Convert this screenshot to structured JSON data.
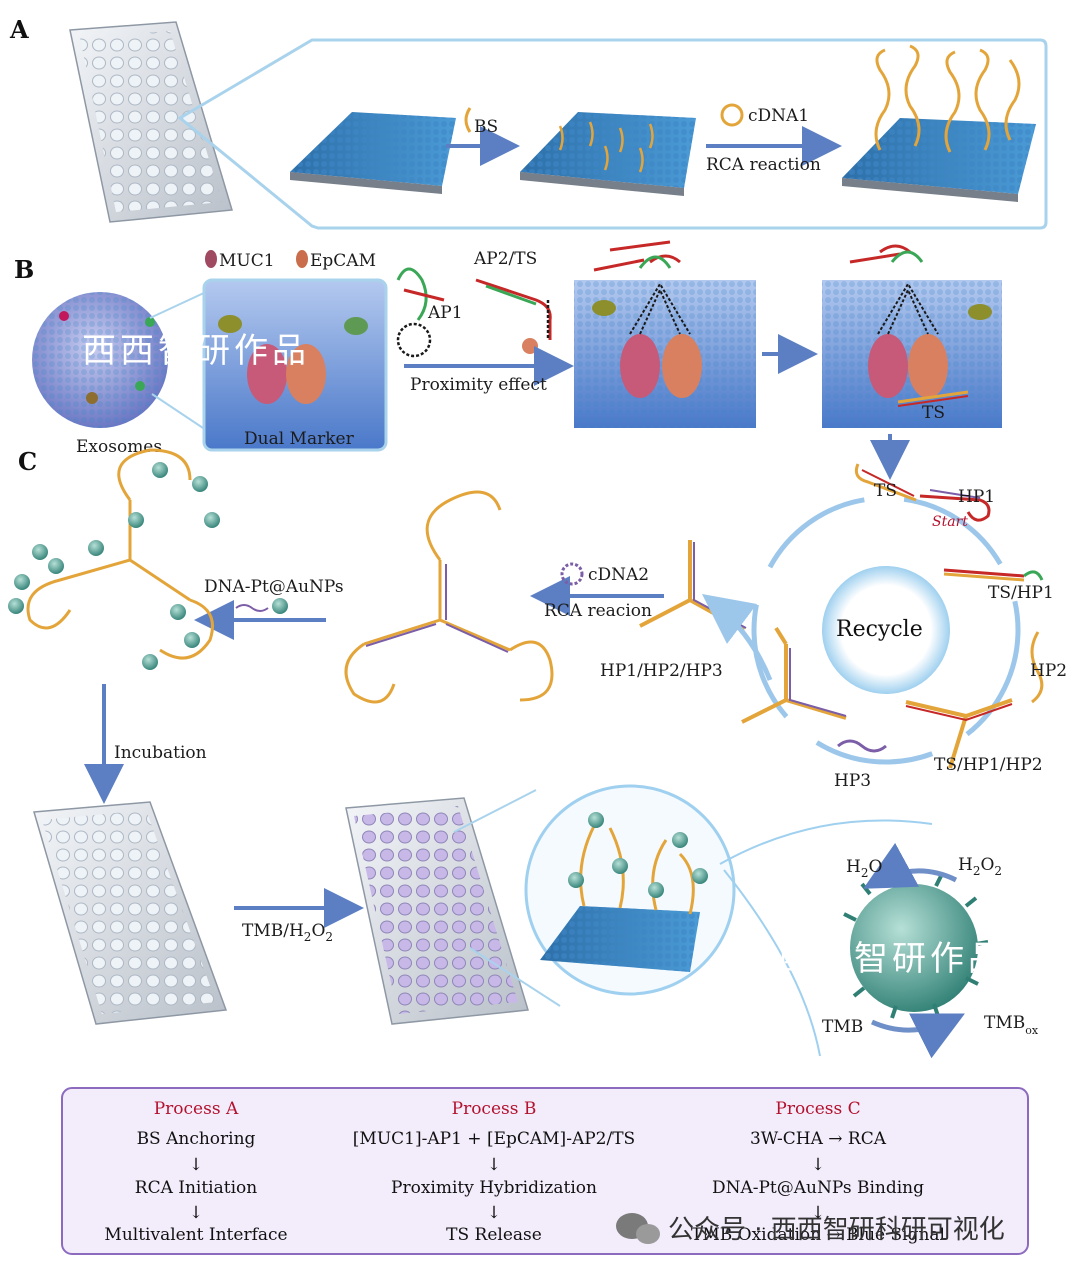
{
  "panels": {
    "a": "A",
    "b": "B",
    "c": "C"
  },
  "panel_a": {
    "bs": "BS",
    "cdna1": "cDNA1",
    "rca": "RCA reaction"
  },
  "panel_b": {
    "muc1": "MUC1",
    "epcam": "EpCAM",
    "ap2ts": "AP2/TS",
    "ap1": "AP1",
    "proximity": "Proximity effect",
    "exosomes": "Exosomes",
    "dual_marker": "Dual Marker",
    "ts": "TS"
  },
  "panel_c": {
    "ts": "TS",
    "hp1": "HP1",
    "start": "Start",
    "ts_hp1": "TS/HP1",
    "hp2": "HP2",
    "ts_hp1_hp2": "TS/HP1/HP2",
    "hp3": "HP3",
    "hp1_hp2_hp3": "HP1/HP2/HP3",
    "recycle": "Recycle",
    "cdna2": "cDNA2",
    "rca_reacion": "RCA reacion",
    "dna_pt": "DNA-Pt@AuNPs",
    "incubation": "Incubation",
    "tmb_h2o2_main": "TMB/H",
    "tmb_h2o2_sub": "2",
    "tmb_h2o2_o": "O",
    "tmb_h2o2_sub2": "2",
    "h2o_h": "H",
    "h2o_sub": "2",
    "h2o_o": "O",
    "h2o2_h": "H",
    "h2o2_sub": "2",
    "h2o2_o": "O",
    "h2o2_sub2": "2",
    "tmb": "TMB",
    "tmbox_main": "TMB",
    "tmbox_sub": "ox"
  },
  "watermark": "西西智研作品",
  "wechat": "公众号 · 西西智研科研可视化",
  "processes": [
    {
      "title": "Process A",
      "steps": [
        "BS Anchoring",
        "RCA Initiation",
        "Multivalent Interface"
      ]
    },
    {
      "title": "Process B",
      "steps": [
        "[MUC1]-AP1 + [EpCAM]-AP2/TS",
        "Proximity Hybridization",
        "TS Release"
      ]
    },
    {
      "title": "Process C",
      "steps": [
        "3W-CHA → RCA",
        "DNA-Pt@AuNPs Binding",
        "TMB Oxidation → Blue Signal"
      ]
    }
  ],
  "arrow_glyph": "↓",
  "colors": {
    "accent_red": "#b3122e",
    "frame_blue": "#a9d3ec",
    "arrow_blue": "#6f8fc8",
    "dna_orange": "#e3a53a",
    "process_box": "#f3ecfb"
  }
}
